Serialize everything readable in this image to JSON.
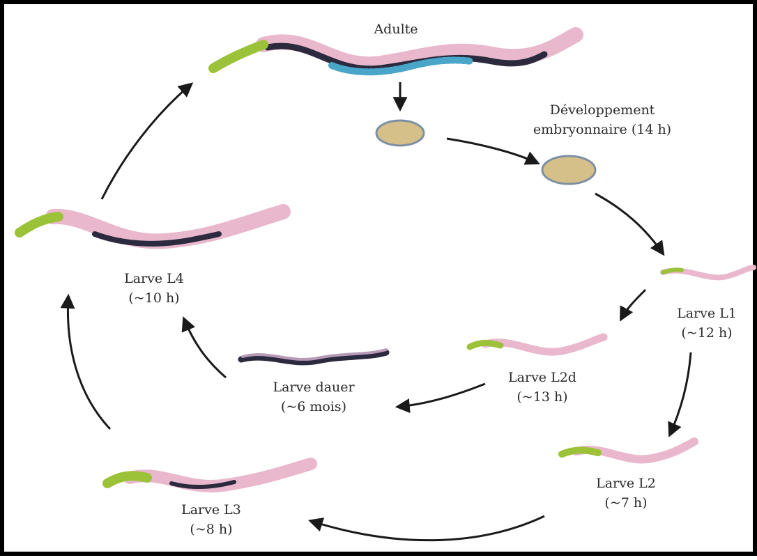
{
  "title": "",
  "colors": {
    "arrow": "#1a1a1a",
    "head": "#9cc23a",
    "body": "#e9b8cc",
    "gut": "#2b2a3e",
    "germline": "#4aa6c8",
    "egg_fill": "#d6c08a",
    "egg_border": "#7d8fa3",
    "frame": "#000000"
  },
  "stages": {
    "adult": {
      "name": "Adulte"
    },
    "embryo": {
      "name": "Développement",
      "duration": "embryonnaire (14 h)"
    },
    "l1": {
      "name": "Larve L1",
      "duration": "(~12 h)"
    },
    "l2d": {
      "name": "Larve L2d",
      "duration": "(~13 h)"
    },
    "dauer": {
      "name": "Larve dauer",
      "duration": "(~6 mois)"
    },
    "l2": {
      "name": "Larve L2",
      "duration": "(~7 h)"
    },
    "l3": {
      "name": "Larve L3",
      "duration": "(~8 h)"
    },
    "l4": {
      "name": "Larve L4",
      "duration": "(~10 h)"
    }
  },
  "icons": [
    "worm-adult",
    "egg",
    "worm-larva",
    "cycle-arrow"
  ]
}
